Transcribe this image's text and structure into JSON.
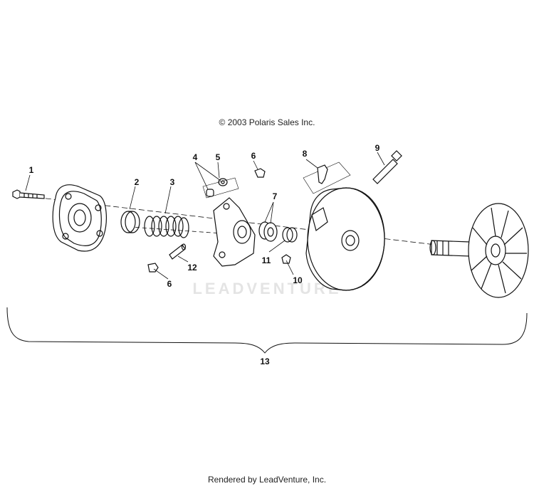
{
  "copyright": "© 2003 Polaris Sales Inc.",
  "footer": "Rendered by LeadVenture, Inc.",
  "watermark": "LEADVENTURE",
  "colors": {
    "line": "#111111",
    "background": "#ffffff",
    "watermark": "#e4e4e4"
  },
  "callouts": [
    "1",
    "2",
    "3",
    "4",
    "5",
    "6",
    "7",
    "8",
    "9",
    "12",
    "11",
    "10",
    "6",
    "13"
  ]
}
